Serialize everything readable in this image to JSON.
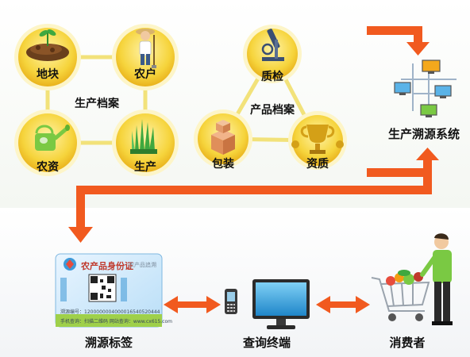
{
  "production_archive": {
    "title": "生产档案",
    "nodes": [
      {
        "id": "plot",
        "label": "地块",
        "icon": "soil-plot-icon"
      },
      {
        "id": "farmer",
        "label": "农户",
        "icon": "farmer-icon"
      },
      {
        "id": "agri_input",
        "label": "农资",
        "icon": "watering-can-icon"
      },
      {
        "id": "production",
        "label": "生产",
        "icon": "crop-sprout-icon"
      }
    ]
  },
  "product_archive": {
    "title": "产品档案",
    "nodes": [
      {
        "id": "inspection",
        "label": "质检",
        "icon": "microscope-icon"
      },
      {
        "id": "packaging",
        "label": "包装",
        "icon": "package-boxes-icon"
      },
      {
        "id": "qualification",
        "label": "资质",
        "icon": "trophy-icon"
      }
    ]
  },
  "system": {
    "label": "生产溯源系统",
    "icon": "network-computers-icon"
  },
  "bottom": {
    "trace_label": {
      "label": "溯源标签",
      "icon": "id-card-icon"
    },
    "terminal": {
      "label": "查询终端",
      "icon": "phone-and-monitor-icon"
    },
    "consumer": {
      "label": "消费者",
      "icon": "shopper-with-cart-icon"
    }
  },
  "card": {
    "title": "农产品身份证",
    "subtitle": "农产品追溯",
    "line1": "溯源编号：",
    "line1_value": "1200000004000016540520444",
    "line2": "手机查询：扫描二维码     网站查询：www.cx615.com"
  },
  "colors": {
    "node_fill": "#f4cf35",
    "node_ring": "#fdf5c8",
    "connector": "#f2e27a",
    "flow_arrow": "#f15a1f",
    "card_blue": "#3d9ad9"
  }
}
